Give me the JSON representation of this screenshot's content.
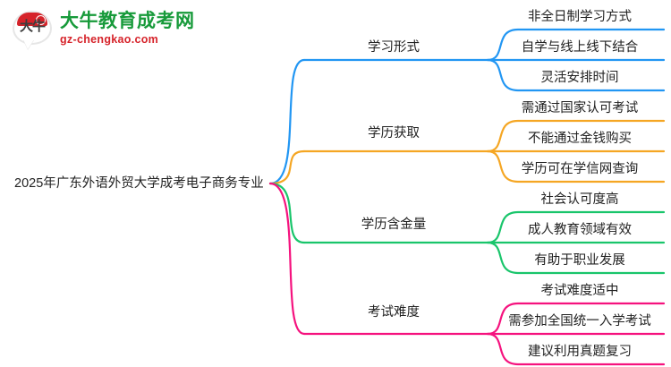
{
  "logo": {
    "mark_text": "大牛",
    "title": "大牛教育成考网",
    "subtitle": "gz-chengkao.com"
  },
  "mindmap": {
    "root": "2025年广东外语外贸大学成考电子商务专业",
    "branches": [
      {
        "label": "学习形式",
        "color": "#2196F3",
        "leaves": [
          "非全日制学习方式",
          "自学与线上线下结合",
          "灵活安排时间"
        ]
      },
      {
        "label": "学历获取",
        "color": "#F5A623",
        "leaves": [
          "需通过国家认可考试",
          "不能通过金钱购买",
          "学历可在学信网查询"
        ]
      },
      {
        "label": "学历含金量",
        "color": "#19C56B",
        "leaves": [
          "社会认可度高",
          "成人教育领域有效",
          "有助于职业发展"
        ]
      },
      {
        "label": "考试难度",
        "color": "#F5127E",
        "leaves": [
          "考试难度适中",
          "需参加全国统一入学考试",
          "建议利用真题复习"
        ]
      }
    ]
  }
}
